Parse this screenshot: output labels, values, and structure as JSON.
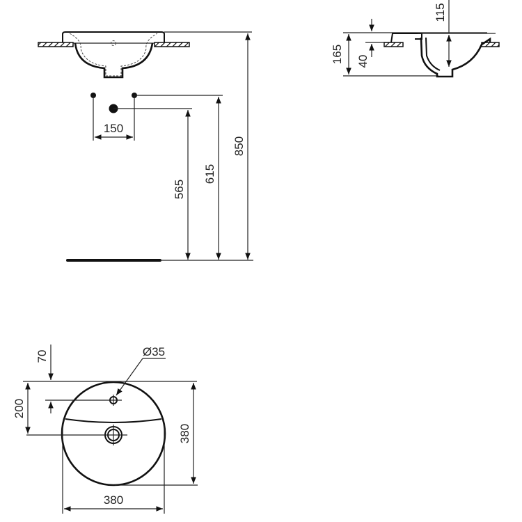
{
  "title": "Washbasin technical drawing",
  "colors": {
    "line": "#222222",
    "background": "#ffffff"
  },
  "front_view": {
    "dimensions": {
      "tap_spacing": "150",
      "waste_height": "565",
      "supply_height": "615",
      "rim_height": "850"
    }
  },
  "side_view": {
    "dimensions": {
      "overall_depth": "165",
      "rim_thickness": "40",
      "bowl_depth": "115"
    }
  },
  "plan_view": {
    "dimensions": {
      "tap_hole_diameter": "Ø35",
      "tap_hole_offset": "70",
      "waste_offset": "200",
      "depth": "380",
      "width": "380"
    }
  }
}
